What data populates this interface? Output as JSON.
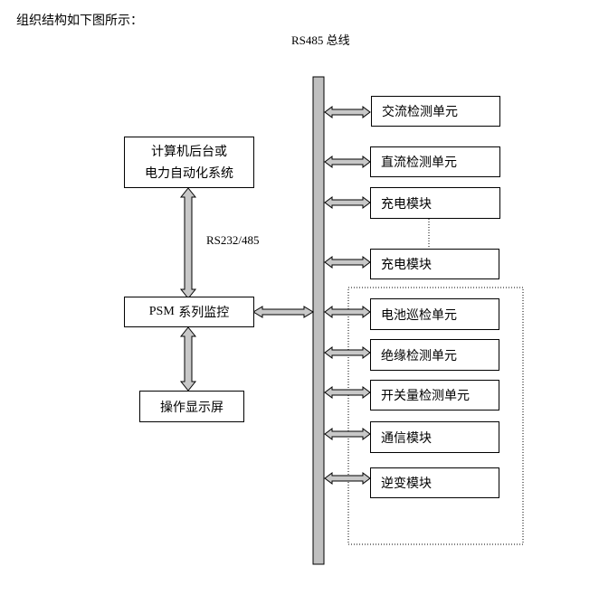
{
  "caption": "组织结构如下图所示：",
  "bus": {
    "label_en": "RS485",
    "label_cn": "总线"
  },
  "left": {
    "backend_line1": "计算机后台或",
    "backend_line2": "电力自动化系统",
    "link_label": "RS232/485",
    "psm_en": "PSM",
    "psm_cn": "系列监控",
    "display": "操作显示屏"
  },
  "units": [
    "交流检测单元",
    "直流检测单元",
    "充电模块",
    "充电模块",
    "电池巡检单元",
    "绝缘检测单元",
    "开关量检测单元",
    "通信模块",
    "逆变模块"
  ],
  "colors": {
    "arrow_fill": "#c8c8c8",
    "bus_fill": "#c0c0c0",
    "line": "#000000"
  }
}
